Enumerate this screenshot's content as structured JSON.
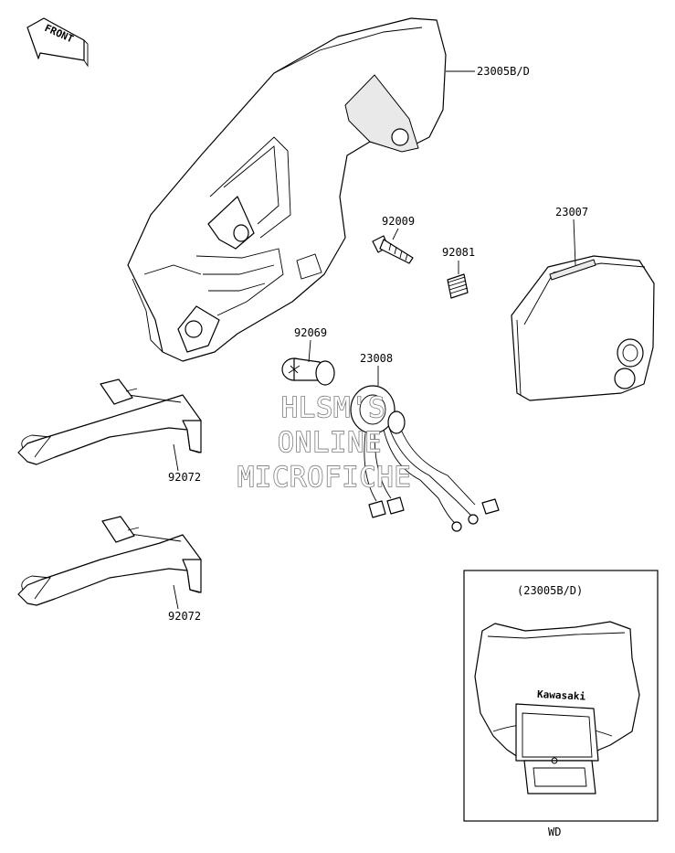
{
  "diagram": {
    "front_marker": "FRONT",
    "callouts": {
      "headlight_cover": "23005B/D",
      "screw": "92009",
      "spring": "92081",
      "lens_unit": "23007",
      "bulb": "92069",
      "socket": "23008",
      "bracket_upper": "92072",
      "bracket_lower": "92072"
    },
    "inset": {
      "title": "(23005B/D)",
      "brand": "Kawasaki",
      "caption": "WD"
    },
    "watermark": [
      "HLSM'S",
      "ONLINE",
      "MICROFICHE"
    ]
  }
}
